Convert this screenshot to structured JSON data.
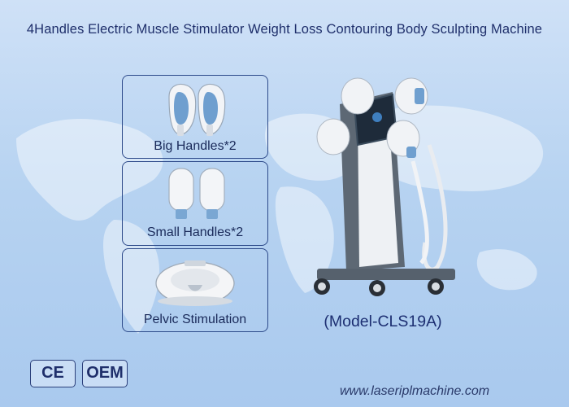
{
  "title": "4Handles Electric Muscle Stimulator Weight Loss Contouring Body Sculpting Machine",
  "panels": [
    {
      "label": "Big Handles*2"
    },
    {
      "label": "Small Handles*2"
    },
    {
      "label": "Pelvic Stimulation"
    }
  ],
  "model": "(Model-CLS19A)",
  "badges": {
    "ce": "CE",
    "oem": "OEM"
  },
  "website": "www.laseriplmachine.com",
  "colors": {
    "accent": "#1f2f6b",
    "background": "#b7d3f1",
    "handle_blue": "#6f9fcf"
  }
}
